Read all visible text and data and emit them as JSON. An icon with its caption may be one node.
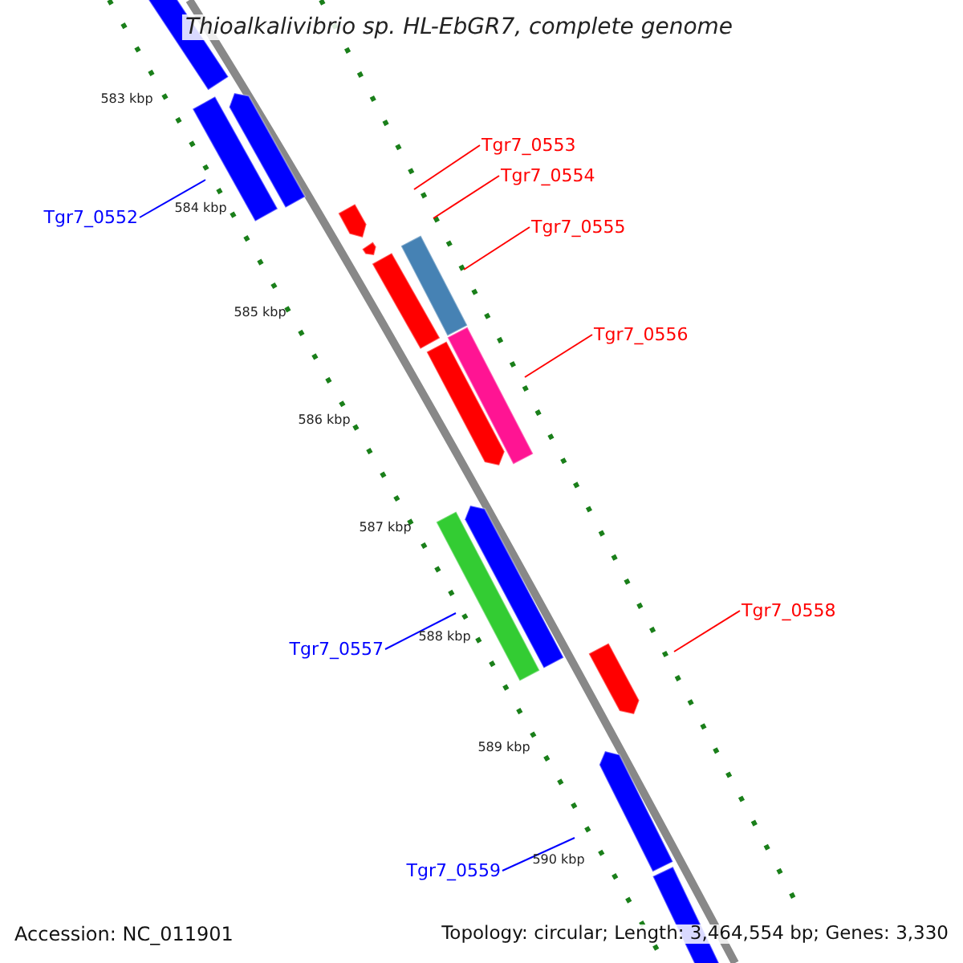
{
  "diagram": {
    "title": "Thioalkalivibrio sp. HL-EbGR7, complete genome",
    "nodes": [
      {
        "text": [
          "Tgr7_0552"
        ]
      },
      {
        "text": [
          "Tgr7_0553"
        ]
      },
      {
        "text": [
          "Tgr7_0554"
        ]
      },
      {
        "text": [
          "Tgr7_0555"
        ]
      },
      {
        "text": [
          "Tgr7_0556"
        ]
      },
      {
        "text": [
          "Tgr7_0557"
        ]
      },
      {
        "text": [
          "Tgr7_0558"
        ]
      },
      {
        "text": [
          "Tgr7_0559"
        ]
      }
    ],
    "edges": [
      {
        "from": 0,
        "to": null,
        "arrow": "none",
        "color": "#0000ff"
      },
      {
        "from": 1,
        "to": null,
        "arrow": "none"
      },
      {
        "from": 2,
        "to": null,
        "arrow": "none"
      },
      {
        "from": 3,
        "to": null,
        "arrow": "none"
      },
      {
        "from": 4,
        "to": null,
        "arrow": "none"
      },
      {
        "from": 5,
        "to": null,
        "arrow": "none",
        "color": "#0000ff"
      },
      {
        "from": 6,
        "to": null,
        "arrow": "none"
      },
      {
        "from": 7,
        "to": null,
        "arrow": "none",
        "color": "#0000ff"
      }
    ],
    "labels": [
      "583 kbp",
      "584 kbp",
      "585 kbp",
      "586 kbp",
      "587 kbp",
      "588 kbp",
      "589 kbp",
      "590 kbp",
      "Accession: NC_011901",
      "Topology: circular; Length: 3,464,554 bp; Genes: 3,330"
    ]
  }
}
